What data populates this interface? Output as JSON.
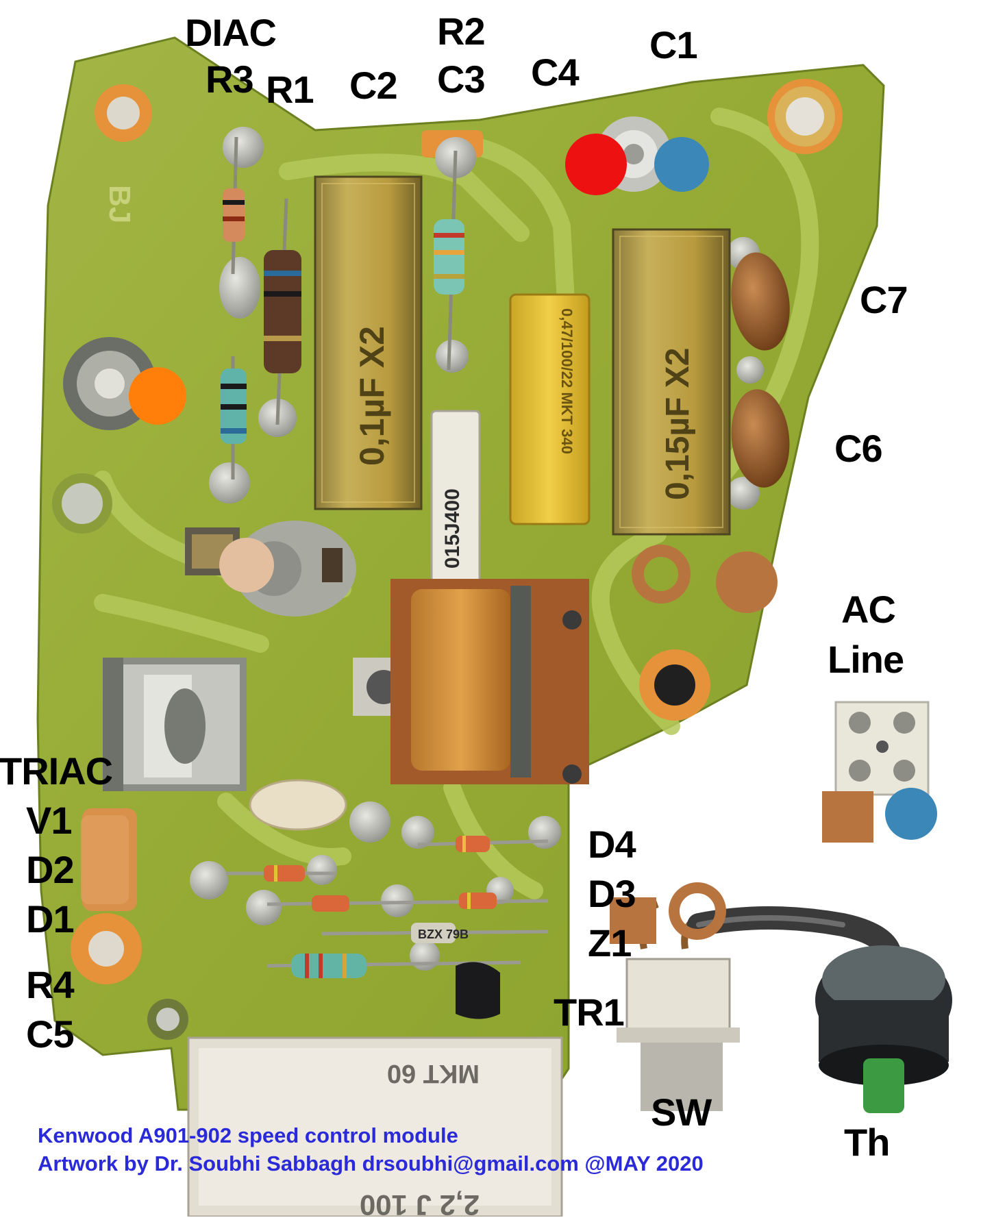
{
  "labels": {
    "diac": "DIAC",
    "r3": "R3",
    "r1": "R1",
    "c2": "C2",
    "r2": "R2",
    "c3": "C3",
    "c4": "C4",
    "c1": "C1",
    "c7": "C7",
    "c6": "C6",
    "ac": "AC",
    "line": "Line",
    "triac": "TRIAC",
    "v1": "V1",
    "d2": "D2",
    "d1": "D1",
    "r4": "R4",
    "c5": "C5",
    "d4": "D4",
    "d3": "D3",
    "z1": "Z1",
    "tr1": "TR1",
    "sw": "SW",
    "th": "Th"
  },
  "component_markings": {
    "c2": "0,1µF X2",
    "c1": "0,15µF X2",
    "c4": "0,47/100/22 MKT 340",
    "c3": "015J400",
    "c5": "2,2 J 100",
    "c5_top": "MKT 60",
    "board_mark": "BJ",
    "z1": "BZX 79B"
  },
  "credits": {
    "line1": "Kenwood A901-902 speed control module",
    "line2": "Artwork by Dr. Soubhi Sabbagh drsoubhi@gmail.com  @MAY 2020"
  },
  "colors": {
    "board": "#9caf3a",
    "board_dark": "#7f9528",
    "trace": "#a9bf48",
    "pad": "#e6923a",
    "solder": "#b9bbb5",
    "marker_red": "#ee1111",
    "marker_blue": "#3a87b8",
    "marker_orange": "#ff7f0a",
    "marker_tan": "#e3bfa0",
    "marker_brown": "#b8743f",
    "credit_text": "#2a2ad8"
  }
}
